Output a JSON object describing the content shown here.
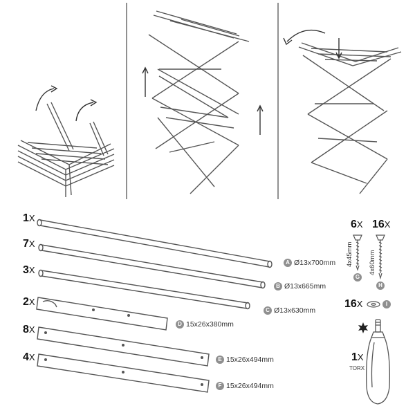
{
  "parts": [
    {
      "qty": "1",
      "x": "X",
      "letter": "A",
      "dim": "Ø13x700mm"
    },
    {
      "qty": "7",
      "x": "X",
      "letter": "B",
      "dim": "Ø13x665mm"
    },
    {
      "qty": "3",
      "x": "X",
      "letter": "C",
      "dim": "Ø13x630mm"
    },
    {
      "qty": "2",
      "x": "X",
      "letter": "D",
      "dim": "15x26x380mm"
    },
    {
      "qty": "8",
      "x": "X",
      "letter": "E",
      "dim": "15x26x494mm"
    },
    {
      "qty": "4",
      "x": "X",
      "letter": "F",
      "dim": "15x26x494mm"
    }
  ],
  "screws": [
    {
      "qty": "6",
      "x": "X",
      "letter": "G",
      "dim": "4x45mm"
    },
    {
      "qty": "16",
      "x": "X",
      "letter": "H",
      "dim": "4x60mm"
    }
  ],
  "washer": {
    "qty": "16",
    "x": "X",
    "letter": "I"
  },
  "tool": {
    "qty": "1",
    "x": "X",
    "name": "TORX"
  },
  "colors": {
    "line": "#555555",
    "tag": "#8f8f8f",
    "ink": "#111111"
  }
}
